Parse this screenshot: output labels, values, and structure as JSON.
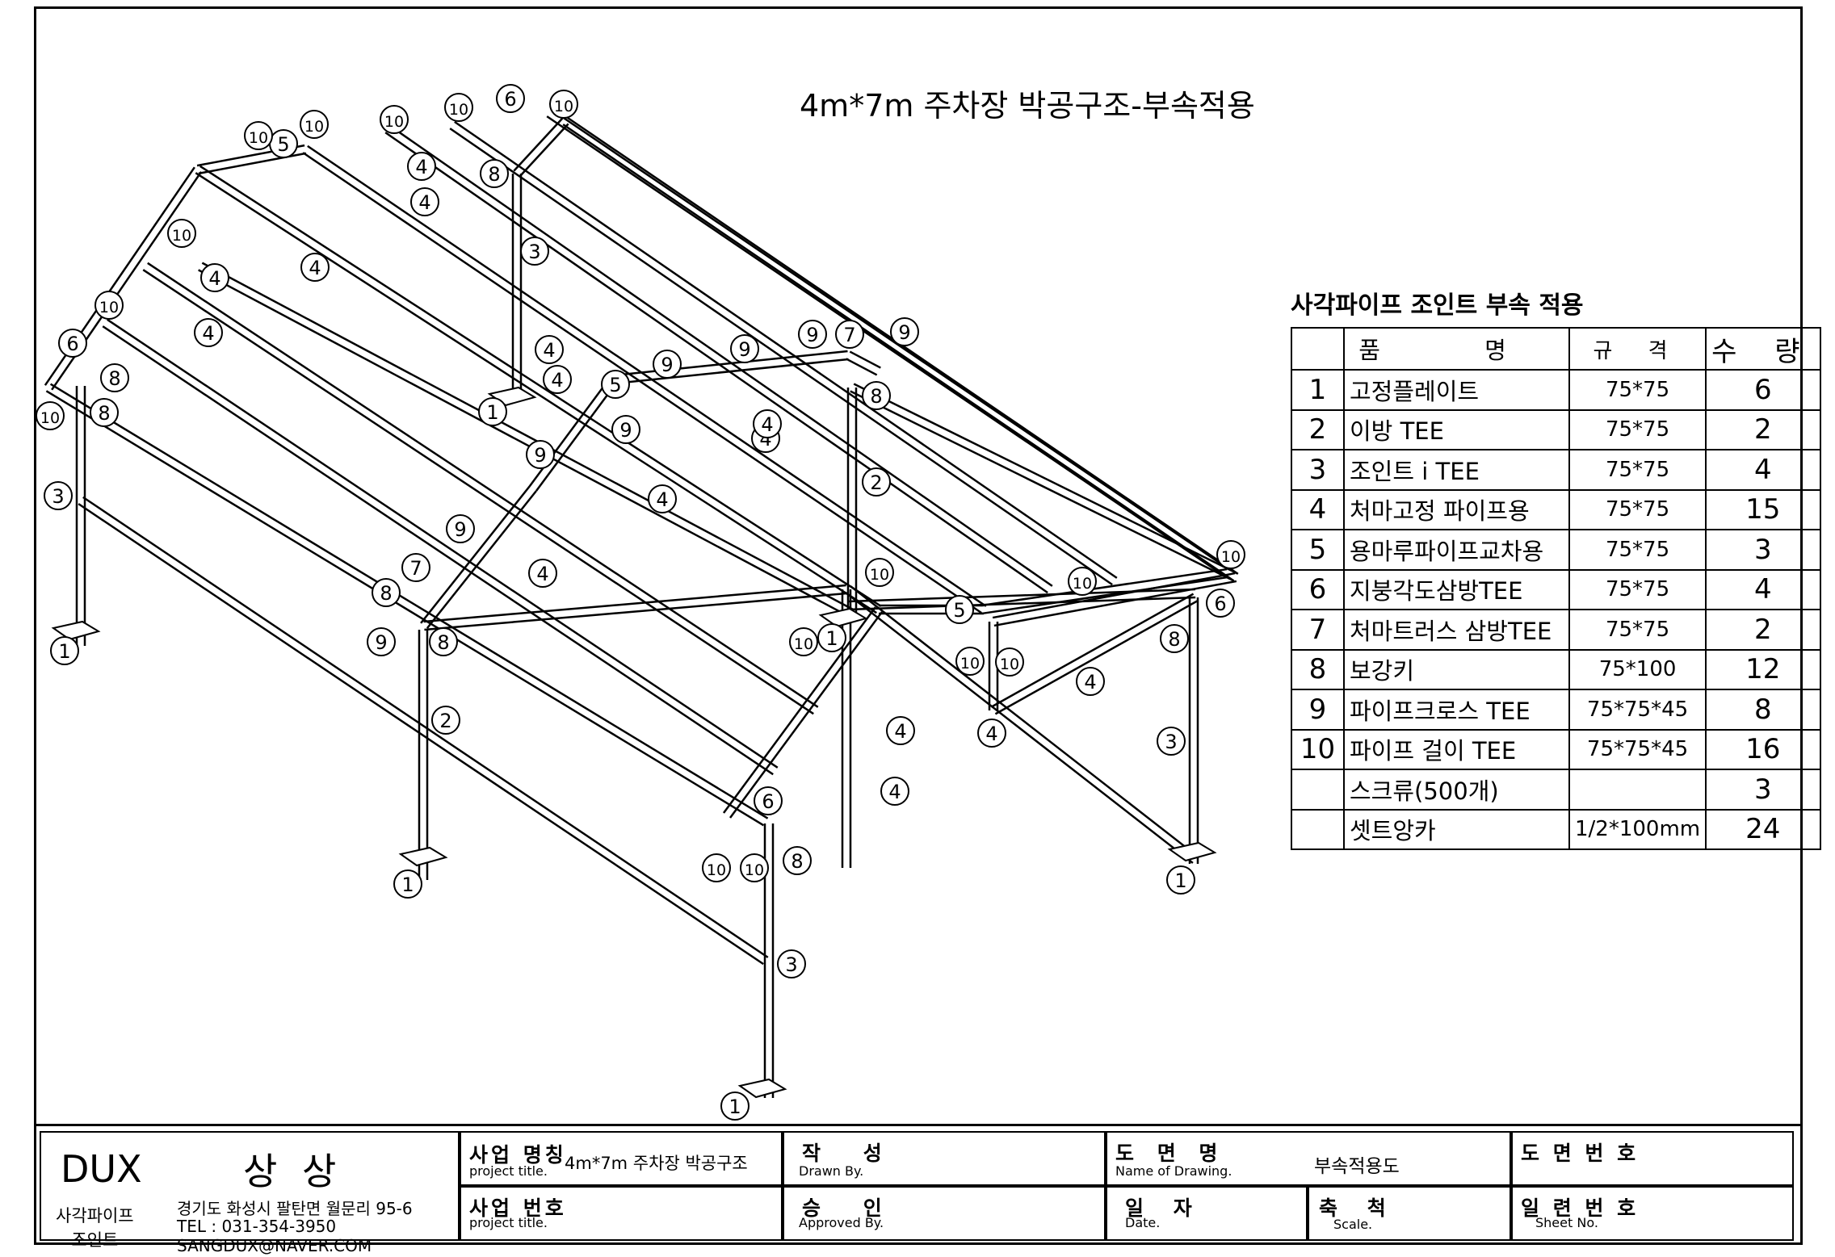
{
  "drawing": {
    "title": "4m*7m 주차장 박공구조-부속적용",
    "callout_labels": [
      "1",
      "2",
      "3",
      "4",
      "5",
      "6",
      "7",
      "8",
      "9",
      "10"
    ]
  },
  "parts": {
    "title": "사각파이프 조인트 부속 적용",
    "headers": {
      "name": "품 명",
      "spec": "규 격",
      "qty": "수 량"
    },
    "rows": [
      {
        "no": "1",
        "name": "고정플레이트",
        "spec": "75*75",
        "qty": "6"
      },
      {
        "no": "2",
        "name": "이방 TEE",
        "spec": "75*75",
        "qty": "2"
      },
      {
        "no": "3",
        "name": "조인트 i TEE",
        "spec": "75*75",
        "qty": "4"
      },
      {
        "no": "4",
        "name": "처마고정 파이프용",
        "spec": "75*75",
        "qty": "15"
      },
      {
        "no": "5",
        "name": "용마루파이프교차용",
        "spec": "75*75",
        "qty": "3"
      },
      {
        "no": "6",
        "name": "지붕각도삼방TEE",
        "spec": "75*75",
        "qty": "4"
      },
      {
        "no": "7",
        "name": "처마트러스 삼방TEE",
        "spec": "75*75",
        "qty": "2"
      },
      {
        "no": "8",
        "name": "보강키",
        "spec": "75*100",
        "qty": "12"
      },
      {
        "no": "9",
        "name": "파이프크로스 TEE",
        "spec": "75*75*45",
        "qty": "8"
      },
      {
        "no": "10",
        "name": "파이프 걸이 TEE",
        "spec": "75*75*45",
        "qty": "16"
      },
      {
        "no": "",
        "name": "스크류(500개)",
        "spec": "",
        "qty": "3"
      },
      {
        "no": "",
        "name": "셋트앙카",
        "spec": "1/2*100mm",
        "qty": "24"
      }
    ]
  },
  "title_block": {
    "company_en": "DUX",
    "company_ko": "상 상",
    "company_sub": "사각파이프\n조인트",
    "address": "경기도 화성시 팔탄면 월문리 95-6",
    "tel": "TEL : 031-354-3950",
    "email": "SANGDUX@NAVER.COM",
    "project_name_ko": "사업 명칭",
    "project_name_en": "project title.",
    "project_name_value": "4m*7m 주차장 박공구조",
    "project_no_ko": "사업 번호",
    "project_no_en": "project title.",
    "drawn_ko": "작 성",
    "drawn_en": "Drawn By.",
    "approved_ko": "승 인",
    "approved_en": "Approved By.",
    "drawing_name_ko": "도 면 명",
    "drawing_name_en": "Name of Drawing.",
    "drawing_name_value": "부속적용도",
    "date_ko": "일 자",
    "date_en": "Date.",
    "scale_ko": "축 척",
    "scale_en": "Scale.",
    "drawing_no_ko": "도 면 번 호",
    "sheet_no_ko": "일 련 번 호",
    "sheet_no_en": "Sheet No."
  }
}
